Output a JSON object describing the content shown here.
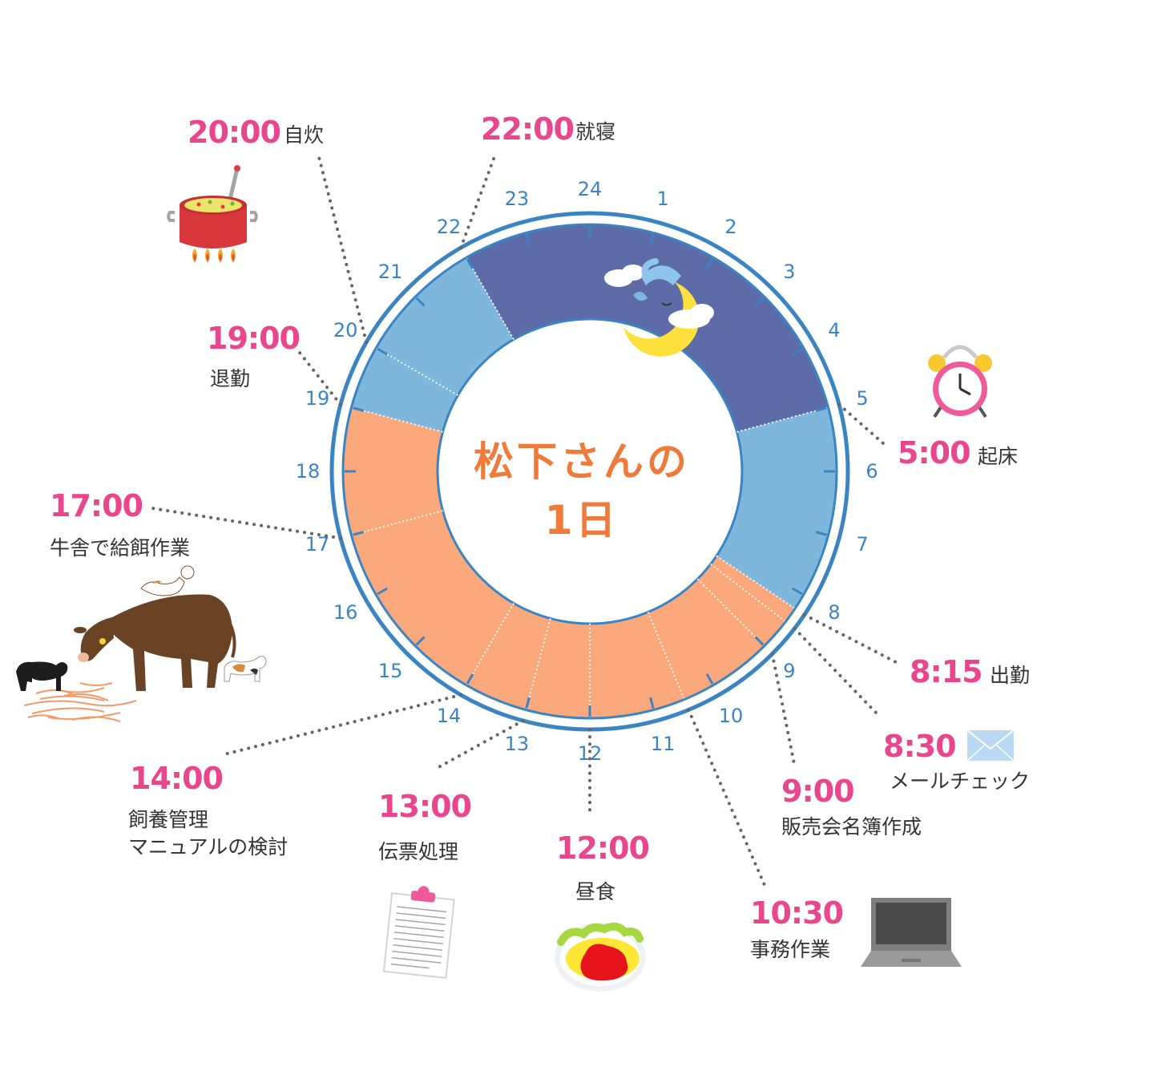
{
  "center_title": {
    "line1": "松下さんの",
    "line2": "1日"
  },
  "colors": {
    "sleep": "#5d6ba8",
    "home": "#7fb6dc",
    "work": "#fba87c",
    "ring": "#3b84c4",
    "accent": "#e9468d",
    "title": "#f07a3a",
    "text": "#333333"
  },
  "hour_labels": [
    "24",
    "1",
    "2",
    "3",
    "4",
    "5",
    "6",
    "7",
    "8",
    "9",
    "10",
    "11",
    "12",
    "13",
    "14",
    "15",
    "16",
    "17",
    "18",
    "19",
    "20",
    "21",
    "22",
    "23"
  ],
  "segments": [
    {
      "from": 22,
      "to": 29,
      "type": "sleep"
    },
    {
      "from": 5,
      "to": 8.25,
      "type": "home"
    },
    {
      "from": 8.25,
      "to": 19,
      "type": "work"
    },
    {
      "from": 19,
      "to": 22,
      "type": "home"
    }
  ],
  "dividers": [
    5,
    8.25,
    8.5,
    9,
    10.5,
    12,
    13,
    14,
    17,
    19,
    20,
    22
  ],
  "events": [
    {
      "time": "5:00",
      "label": "起床",
      "hour": 5
    },
    {
      "time": "8:15",
      "label": "出勤",
      "hour": 8.25
    },
    {
      "time": "8:30",
      "label": "メールチェック",
      "hour": 8.5
    },
    {
      "time": "9:00",
      "label": "販売会名簿作成",
      "hour": 9
    },
    {
      "time": "10:30",
      "label": "事務作業",
      "hour": 10.5
    },
    {
      "time": "12:00",
      "label": "昼食",
      "hour": 12
    },
    {
      "time": "13:00",
      "label": "伝票処理",
      "hour": 13
    },
    {
      "time": "14:00",
      "label": "飼養管理",
      "label2": "マニュアルの検討",
      "hour": 14
    },
    {
      "time": "17:00",
      "label": "牛舎で給餌作業",
      "hour": 17
    },
    {
      "time": "19:00",
      "label": "退勤",
      "hour": 19
    },
    {
      "time": "20:00",
      "label": "自炊",
      "hour": 20
    },
    {
      "time": "22:00",
      "label": "就寝",
      "hour": 22
    }
  ],
  "icons": [
    "moon-icon",
    "alarm-clock-icon",
    "mail-icon",
    "laptop-icon",
    "omelette-icon",
    "clipboard-icon",
    "cow-icon",
    "cooking-pot-icon"
  ]
}
